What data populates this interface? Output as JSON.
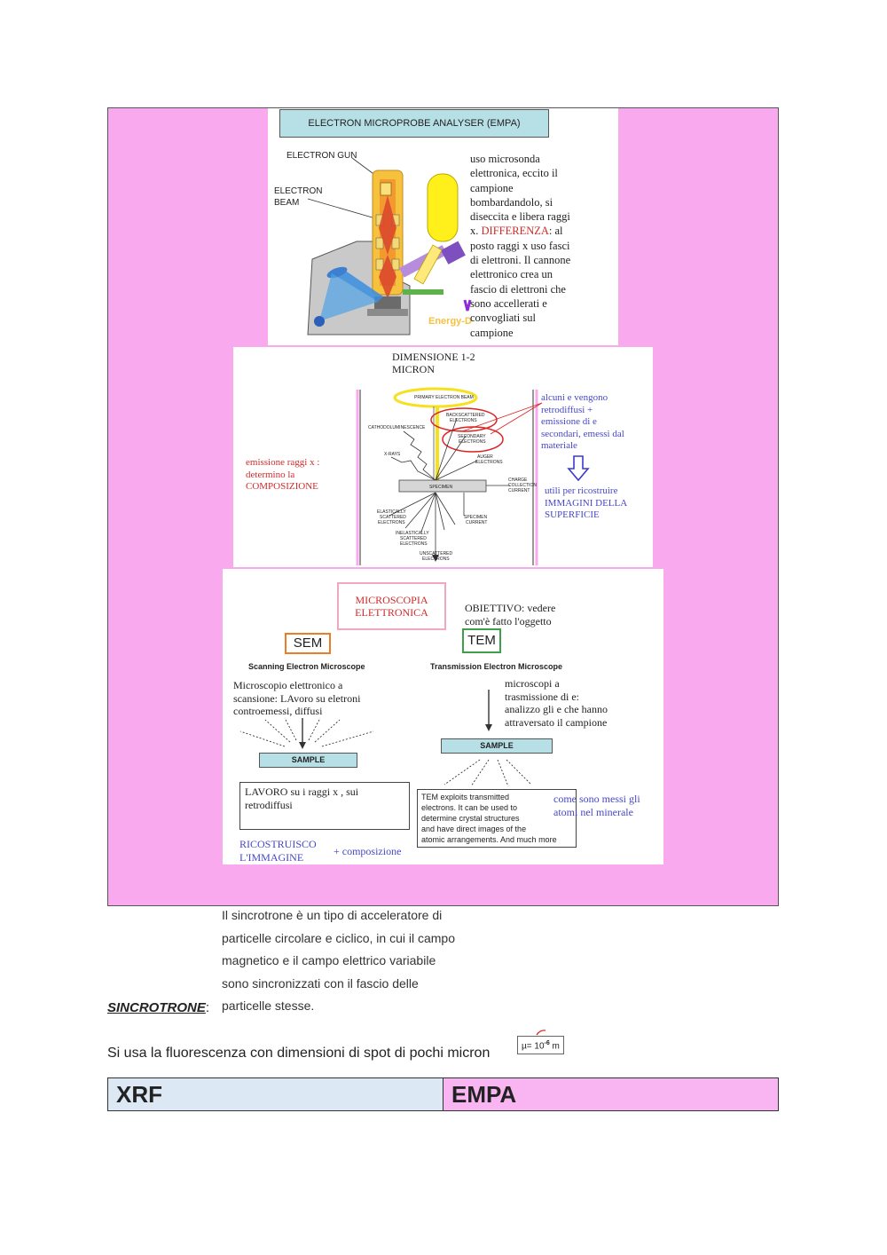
{
  "empa_panel": {
    "title": "ELECTRON MICROPROBE ANALYSER (EMPA)",
    "label_gun": "ELECTRON GUN",
    "label_beam_1": "ELECTRON",
    "label_beam_2": "BEAM",
    "energy_label": "Energy-D",
    "note_lines": [
      "uso microsonda",
      "elettronica, eccito il",
      "campione",
      "bombardandolo, si",
      "diseccita e libera raggi",
      "x. ",
      ": al",
      "posto raggi x uso fasci",
      "di elettroni. Il cannone",
      "elettronico crea un",
      "fascio di elettroni che",
      "sono accellerati e",
      "convogliati sul",
      "campione"
    ],
    "note_highlight": "DIFFERENZA"
  },
  "interaction_panel": {
    "dimension_1": "DIMENSIONE 1-2",
    "dimension_2": "MICRON",
    "diagram_labels": {
      "primary": "PRIMARY ELECTRON BEAM",
      "backscattered_1": "BACKSCATTERED",
      "backscattered_2": "ELECTRONS",
      "cathodo": "CATHODOLUMINESCENCE",
      "secondary_1": "SECONDARY",
      "secondary_2": "ELECTRONS",
      "xrays": "X-RAYS",
      "auger_1": "AUGER",
      "auger_2": "ELECTRONS",
      "specimen": "SPECIMEN",
      "charge_1": "CHARGE",
      "charge_2": "COLLECTION",
      "charge_3": "CURRENT",
      "elastic_1": "ELASTICALLY",
      "elastic_2": "SCATTERED",
      "elastic_3": "ELECTRONS",
      "specimen_current_1": "SPECIMEN",
      "specimen_current_2": "CURRENT",
      "inelastic_1": "INELASTICALLY",
      "inelastic_2": "SCATTERED",
      "inelastic_3": "ELECTRONS",
      "unscattered_1": "UNSCATTERED",
      "unscattered_2": "ELECTRONS"
    },
    "left_note": [
      "emissione raggi x :",
      "determino la",
      "COMPOSIZIONE"
    ],
    "right_note_top": [
      "alcuni e vengono",
      "retrodiffusi +",
      "emissione di e",
      "secondari, emessi dal",
      "materiale"
    ],
    "right_note_bottom": [
      "utili per ricostruire",
      "IMMAGINI DELLA",
      "SUPERFICIE"
    ]
  },
  "microscopy_panel": {
    "title_1": "MICROSCOPIA",
    "title_2": "ELETTRONICA",
    "objective_1": "OBIETTIVO: vedere",
    "objective_2": "com'è fatto l'oggetto",
    "sem": "SEM",
    "tem": "TEM",
    "sem_full": "Scanning Electron Microscope",
    "tem_full": "Transmission Electron Microscope",
    "sem_note": [
      "Microscopio elettronico a",
      "scansione: LAvoro su eletroni",
      "controemessi, diffusi"
    ],
    "tem_note": [
      "microscopi a",
      "trasmissione di e:",
      "analizzo gli e che hanno",
      "attraversato il campione"
    ],
    "sample": "SAMPLE",
    "lavoro": [
      "LAVORO su i raggi x , sui",
      "retrodiffusi"
    ],
    "tem_box": [
      "TEM exploits transmitted",
      "electrons. It can be used to",
      "determine crystal structures",
      "and have  direct images of the",
      "atomic arrangements. And much more"
    ],
    "come": [
      "come sono messi gli",
      "atomi nel minerale"
    ],
    "ricostruisco_1": "RICOSTRUISCO",
    "ricostruisco_2": "L'IMMAGINE",
    "composizione": "+ composizione"
  },
  "sincrotrone": {
    "heading": "SINCROTRONE",
    "colon": ":",
    "lines": [
      "Il sincrotrone è un tipo di acceleratore di",
      "particelle circolare e ciclico, in cui il campo",
      "magnetico e il campo elettrico variabile",
      "sono sincronizzati con il fascio delle",
      "particelle stesse."
    ]
  },
  "fluorescence": {
    "text": "Si usa la fluorescenza con dimensioni di spot di pochi micron",
    "unit_base": "µ= 10",
    "unit_exp": "-6",
    "unit_tail": " m"
  },
  "comparison_table": {
    "col1": "XRF",
    "col2": "EMPA",
    "col1_color": "#dce9f5",
    "col2_color": "#f9b4f2"
  },
  "colors": {
    "pink": "#f9a9ee",
    "red": "#d02b2b",
    "blue": "#4646c8"
  }
}
